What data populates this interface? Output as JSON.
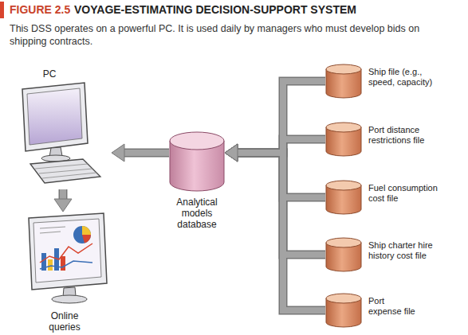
{
  "diagram": {
    "title": "VOYAGE-ESTIMATING DECISION-SUPPORT SYSTEM",
    "caption": "This DSS operates on a powerful PC. It is used daily by managers who must develop bids on shipping contracts.",
    "nodes": [
      {
        "text": [
          "PC"
        ]
      },
      {
        "text": [
          "Online queries"
        ]
      },
      {
        "text": [
          "Analytical models database"
        ]
      },
      {
        "text": [
          "Ship file (e.g., speed, capacity)"
        ]
      },
      {
        "text": [
          "Port distance restrictions file"
        ]
      },
      {
        "text": [
          "Fuel consumption cost file"
        ]
      },
      {
        "text": [
          "Ship charter hire history cost file"
        ]
      },
      {
        "text": [
          "Port expense file"
        ]
      }
    ],
    "edges": [
      {
        "from": 3,
        "to": 2,
        "arrow": "to"
      },
      {
        "from": 4,
        "to": 2,
        "arrow": "to"
      },
      {
        "from": 5,
        "to": 2,
        "arrow": "to"
      },
      {
        "from": 6,
        "to": 2,
        "arrow": "to"
      },
      {
        "from": 7,
        "to": 2,
        "arrow": "to"
      },
      {
        "from": 2,
        "to": 0,
        "arrow": "to"
      },
      {
        "from": 0,
        "to": 1,
        "arrow": "to"
      }
    ],
    "labels": [
      "FIGURE 2.5"
    ]
  }
}
